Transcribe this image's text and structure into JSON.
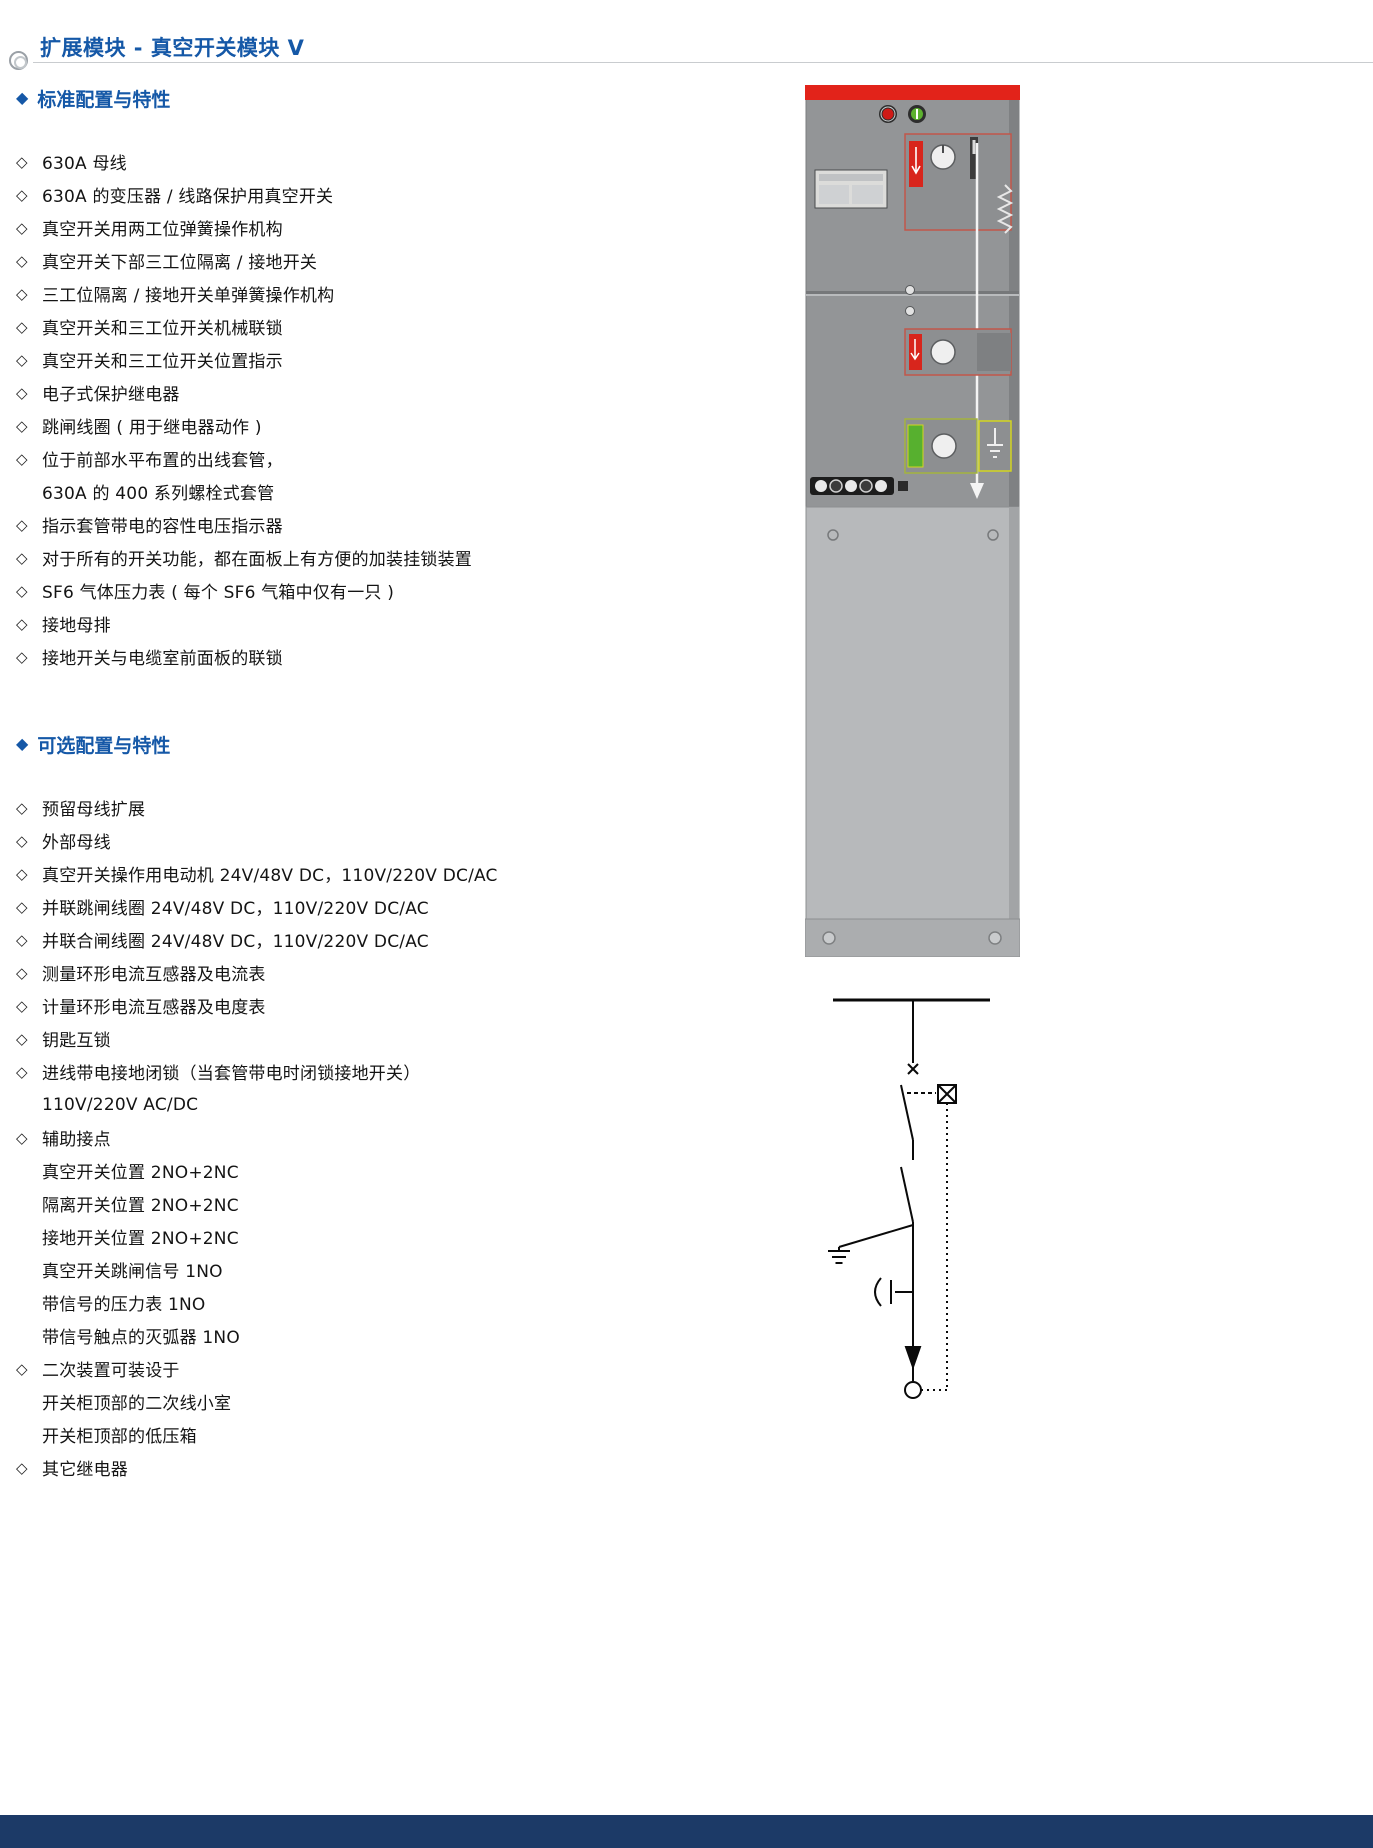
{
  "page": {
    "title": "扩展模块 - 真空开关模块 V",
    "bullets": {
      "section": "◆",
      "item": "◇"
    }
  },
  "colors": {
    "accent": "#1558a7",
    "footer_bar": "#1c3a67",
    "cabinet_top_strip": "#e2231a",
    "button_red": "#cf1a17",
    "button_green": "#5cb12e",
    "cabinet_gray": "#939597"
  },
  "sections": [
    {
      "id": "standard",
      "heading": "标准配置与特性",
      "items": [
        {
          "bullet": true,
          "text": "630A 母线"
        },
        {
          "bullet": true,
          "text": "630A 的变压器 / 线路保护用真空开关"
        },
        {
          "bullet": true,
          "text": "真空开关用两工位弹簧操作机构"
        },
        {
          "bullet": true,
          "text": "真空开关下部三工位隔离 / 接地开关"
        },
        {
          "bullet": true,
          "text": "三工位隔离 / 接地开关单弹簧操作机构"
        },
        {
          "bullet": true,
          "text": "真空开关和三工位开关机械联锁"
        },
        {
          "bullet": true,
          "text": "真空开关和三工位开关位置指示"
        },
        {
          "bullet": true,
          "text": "电子式保护继电器"
        },
        {
          "bullet": true,
          "text": "跳闸线圈 ( 用于继电器动作 )"
        },
        {
          "bullet": true,
          "text": "位于前部水平布置的出线套管，"
        },
        {
          "bullet": false,
          "text": "630A 的 400 系列螺栓式套管"
        },
        {
          "bullet": true,
          "text": "指示套管带电的容性电压指示器"
        },
        {
          "bullet": true,
          "text": "对于所有的开关功能，都在面板上有方便的加装挂锁装置"
        },
        {
          "bullet": true,
          "text": "SF6 气体压力表 ( 每个 SF6 气箱中仅有一只 )"
        },
        {
          "bullet": true,
          "text": "接地母排"
        },
        {
          "bullet": true,
          "text": "接地开关与电缆室前面板的联锁"
        }
      ]
    },
    {
      "id": "optional",
      "heading": "可选配置与特性",
      "items": [
        {
          "bullet": true,
          "text": "预留母线扩展"
        },
        {
          "bullet": true,
          "text": "外部母线"
        },
        {
          "bullet": true,
          "text": "真空开关操作用电动机 24V/48V DC，110V/220V DC/AC"
        },
        {
          "bullet": true,
          "text": "并联跳闸线圈 24V/48V DC，110V/220V DC/AC"
        },
        {
          "bullet": true,
          "text": "并联合闸线圈 24V/48V DC，110V/220V DC/AC"
        },
        {
          "bullet": true,
          "text": "测量环形电流互感器及电流表"
        },
        {
          "bullet": true,
          "text": "计量环形电流互感器及电度表"
        },
        {
          "bullet": true,
          "text": "钥匙互锁"
        },
        {
          "bullet": true,
          "text": "进线带电接地闭锁（当套管带电时闭锁接地开关）"
        },
        {
          "bullet": false,
          "text": "110V/220V AC/DC"
        },
        {
          "bullet": true,
          "text": "辅助接点"
        },
        {
          "bullet": false,
          "text": "真空开关位置 2NO+2NC"
        },
        {
          "bullet": false,
          "text": "隔离开关位置 2NO+2NC"
        },
        {
          "bullet": false,
          "text": "接地开关位置 2NO+2NC"
        },
        {
          "bullet": false,
          "text": "真空开关跳闸信号 1NO"
        },
        {
          "bullet": false,
          "text": "带信号的压力表 1NO"
        },
        {
          "bullet": false,
          "text": "带信号触点的灭弧器 1NO"
        },
        {
          "bullet": true,
          "text": "二次装置可装设于"
        },
        {
          "bullet": false,
          "text": "开关柜顶部的二次线小室"
        },
        {
          "bullet": false,
          "text": "开关柜顶部的低压箱"
        },
        {
          "bullet": true,
          "text": "其它继电器"
        }
      ]
    }
  ]
}
